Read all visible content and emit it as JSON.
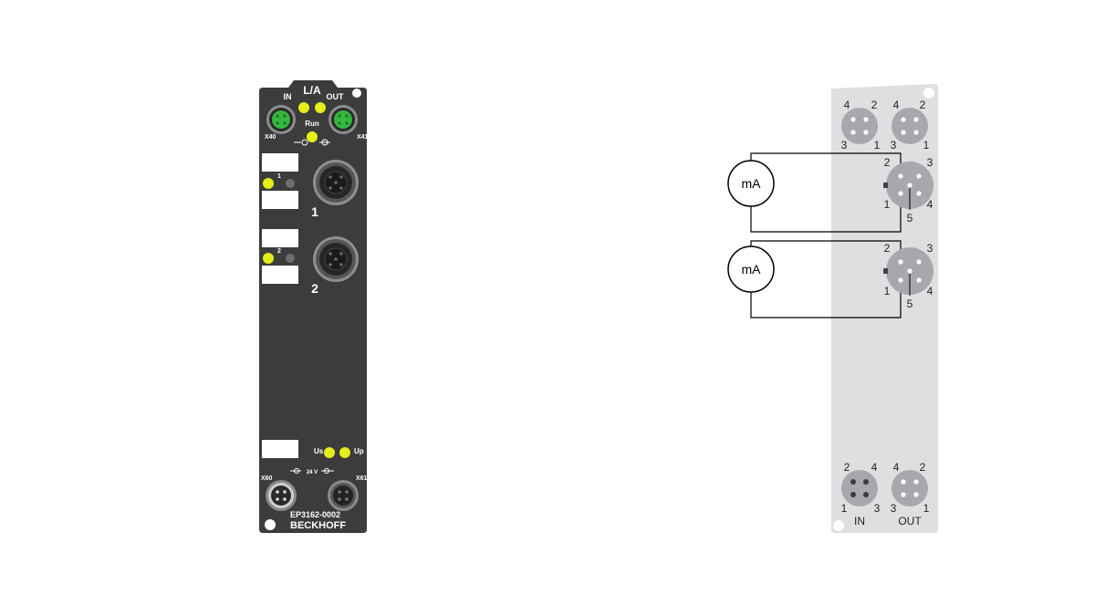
{
  "device": {
    "labels": {
      "la": "L/A",
      "in": "IN",
      "out": "OUT",
      "run": "Run",
      "x40": "X40",
      "x41": "X41",
      "ch1_num": "1",
      "ch2_num": "2",
      "ch1_led": "1",
      "ch2_led": "2",
      "us": "Us",
      "up": "Up",
      "x60": "X60",
      "x61": "X61",
      "voltage": "24 V",
      "model": "EP3162-0002",
      "brand": "BECKHOFF"
    },
    "colors": {
      "housing": "#3c3c3c",
      "led": "#e4ee1a",
      "connector_green": "#35b63d",
      "label_plate": "#ffffff"
    }
  },
  "schematic": {
    "ethercat_in": {
      "pins": {
        "p4": "4",
        "p2": "2",
        "p3": "3",
        "p1": "1"
      }
    },
    "ethercat_out": {
      "pins": {
        "p4": "4",
        "p2": "2",
        "p3": "3",
        "p1": "1"
      }
    },
    "channel_1": {
      "meter": "mA",
      "pins": {
        "p2": "2",
        "p3": "3",
        "p1": "1",
        "p4": "4",
        "p5": "5"
      }
    },
    "channel_2": {
      "meter": "mA",
      "pins": {
        "p2": "2",
        "p3": "3",
        "p1": "1",
        "p4": "4",
        "p5": "5"
      }
    },
    "power_in": {
      "label": "IN",
      "pins": {
        "p2": "2",
        "p4": "4",
        "p1": "1",
        "p3": "3"
      }
    },
    "power_out": {
      "label": "OUT",
      "pins": {
        "p4": "4",
        "p2": "2",
        "p3": "3",
        "p1": "1"
      }
    },
    "colors": {
      "panel": "#dedfe1",
      "connector": "#a6a8ab",
      "wire": "#000000"
    }
  }
}
